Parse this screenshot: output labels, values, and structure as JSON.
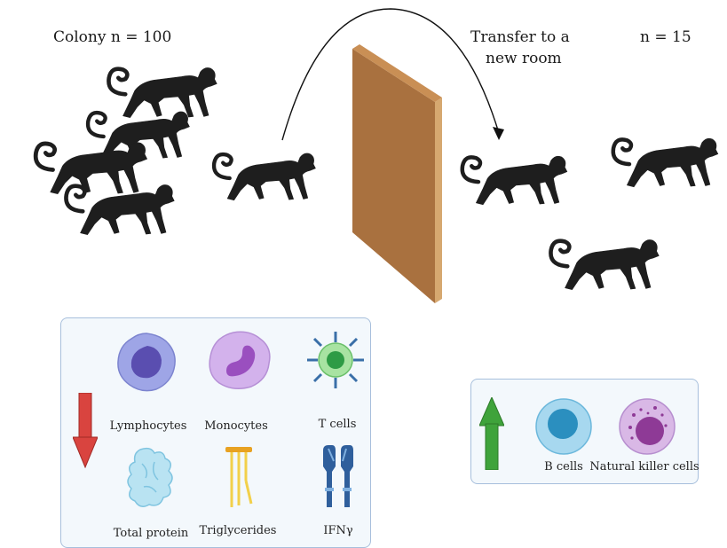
{
  "top": {
    "colony_label": "Colony n = 100",
    "transfer_label_line1": "Transfer to a",
    "transfer_label_line2": "new room",
    "new_group_label": "n = 15"
  },
  "decreased_panel": {
    "direction": "down",
    "arrow_color": "#d9443f",
    "items": [
      {
        "label": "Lymphocytes",
        "icon": "lymphocyte-icon"
      },
      {
        "label": "Monocytes",
        "icon": "monocyte-icon"
      },
      {
        "label": "T cells",
        "icon": "t-cell-icon"
      },
      {
        "label": "Total protein",
        "icon": "protein-icon"
      },
      {
        "label": "Triglycerides",
        "icon": "triglyceride-icon"
      },
      {
        "label": "IFNγ",
        "icon": "ifn-gamma-icon"
      }
    ]
  },
  "increased_panel": {
    "direction": "up",
    "arrow_color": "#3fa33b",
    "items": [
      {
        "label": "B cells",
        "icon": "b-cell-icon"
      },
      {
        "label": "Natural killer cells",
        "icon": "nk-cell-icon"
      }
    ]
  },
  "colors": {
    "monkey": "#1e1e1e",
    "barrier": "#a9713f",
    "panel_border": "#a7bfdc"
  }
}
